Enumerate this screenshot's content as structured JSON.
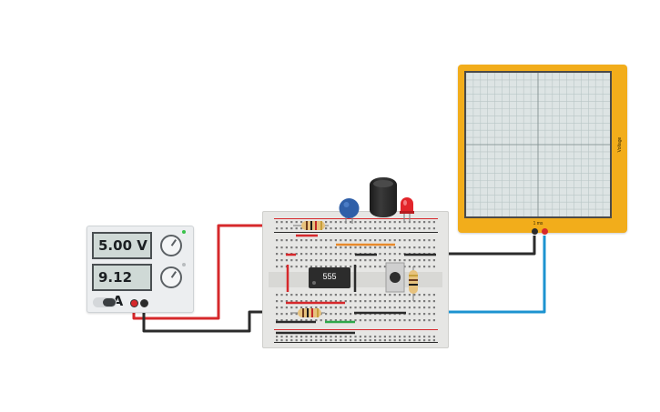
{
  "power_supply": {
    "voltage_display": "5.00 V",
    "current_display": "9.12 mA",
    "voltage_knob_icon": "voltage-knob-icon",
    "current_knob_icon": "current-knob-icon"
  },
  "chip": {
    "label": "555"
  },
  "oscilloscope": {
    "time_label": "1 ms",
    "voltage_label": "Voltage"
  },
  "colors": {
    "wire_red": "#d6282b",
    "wire_black": "#2b2b2b",
    "wire_blue": "#1c93d0",
    "wire_green": "#2ea84a",
    "wire_orange": "#e8892a",
    "scope_frame": "#f2ad1b",
    "breadboard": "#e6e6e4"
  }
}
